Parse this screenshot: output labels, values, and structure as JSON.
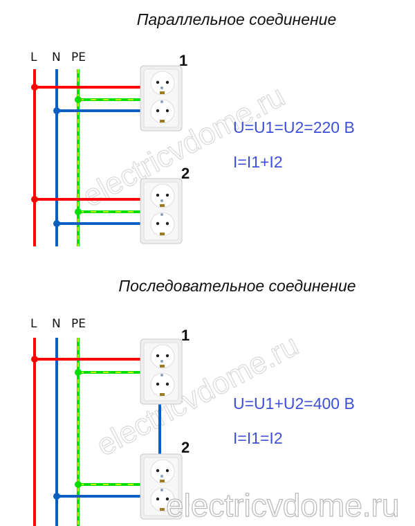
{
  "parallel": {
    "title": "Параллельное соединение",
    "wire_labels": [
      "L",
      "N",
      "PE"
    ],
    "socket_labels": [
      "1",
      "2"
    ],
    "formula_u": "U=U1=U2=220 В",
    "formula_i": "I=I1+I2"
  },
  "series": {
    "title": "Последовательное соединение",
    "wire_labels": [
      "L",
      "N",
      "PE"
    ],
    "socket_labels": [
      "1",
      "2"
    ],
    "formula_u": "U=U1+U2=400 В",
    "formula_i": "I=I1=I2"
  },
  "watermark": "electricvdome.ru",
  "colors": {
    "phase": "#ff0000",
    "neutral": "#0a5fc0",
    "earth": "#00dd00",
    "earth_stripe": "#ffff00",
    "formula": "#3d4fd8"
  }
}
